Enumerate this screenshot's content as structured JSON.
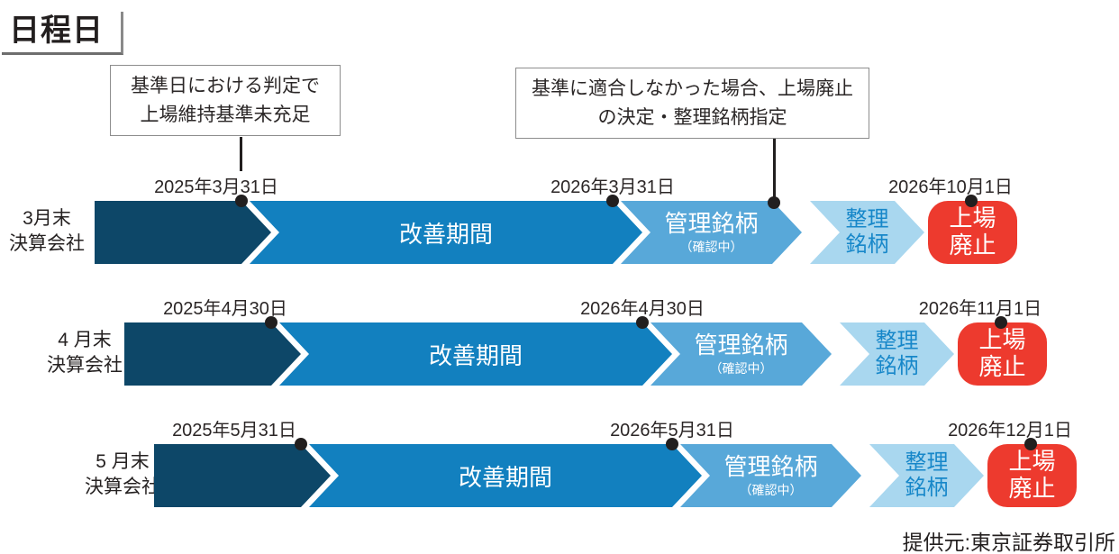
{
  "title": "日程日",
  "callout_boxes": [
    {
      "line1": "基準日における判定で",
      "line2": "上場維持基準未充足"
    },
    {
      "line1": "基準に適合しなかった場合、上場廃止",
      "line2": "の決定・整理銘柄指定"
    }
  ],
  "source_credit": "提供元:東京証券取引所",
  "colors": {
    "pre_period_navy": "#0d4768",
    "improvement_blue": "#1280bf",
    "managed_blue": "#58a8d9",
    "liquidation_pale_blue": "#a9d7ef",
    "liquidation_text_blue": "#1787c9",
    "delisting_red": "#ed3a2e",
    "ink": "#221f1f"
  },
  "chart_data": {
    "type": "timeline",
    "segment_labels": {
      "improvement": "改善期間",
      "managed": "管理銘柄",
      "managed_note": "（確認中）",
      "liquidation_line1": "整理",
      "liquidation_line2": "銘柄",
      "delisting_line1": "上場",
      "delisting_line2": "廃止"
    },
    "rows": [
      {
        "label_line1": "3月末",
        "label_line2": "決算会社",
        "date_start": "2025年3月31日",
        "date_mid": "2026年3月31日",
        "date_end": "2026年10月1日"
      },
      {
        "label_line1": "4 月末",
        "label_line2": "決算会社",
        "date_start": "2025年4月30日",
        "date_mid": "2026年4月30日",
        "date_end": "2026年11月1日"
      },
      {
        "label_line1": "5 月末",
        "label_line2": "決算会社",
        "date_start": "2025年5月31日",
        "date_mid": "2026年5月31日",
        "date_end": "2026年12月1日"
      }
    ]
  }
}
